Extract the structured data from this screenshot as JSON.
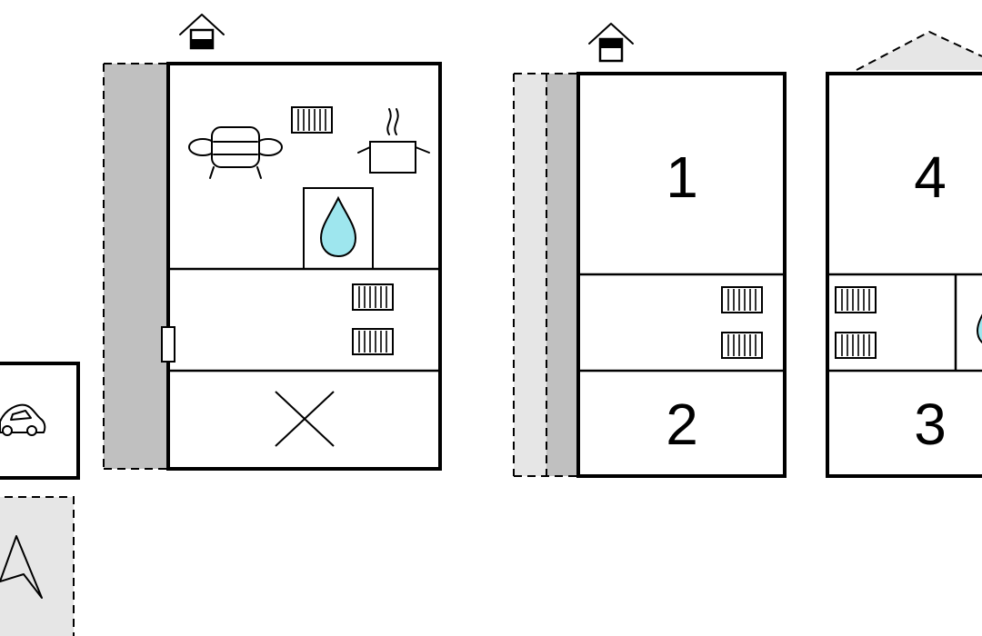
{
  "floor_plan": {
    "room_labels": {
      "room_1": "1",
      "room_2": "2",
      "room_3": "3",
      "room_4": "4"
    },
    "icons": [
      "house-entrance-icon",
      "sofa-icon",
      "radiator-icon",
      "cooking-pot-icon",
      "water-drop-icon",
      "car-icon",
      "compass-arrow-icon",
      "cross-icon"
    ],
    "colors": {
      "wall": "#000000",
      "terrace_dark": "#c0c0c0",
      "terrace_light": "#e6e6e6",
      "water": "#9ee6ee",
      "background": "#ffffff"
    }
  }
}
